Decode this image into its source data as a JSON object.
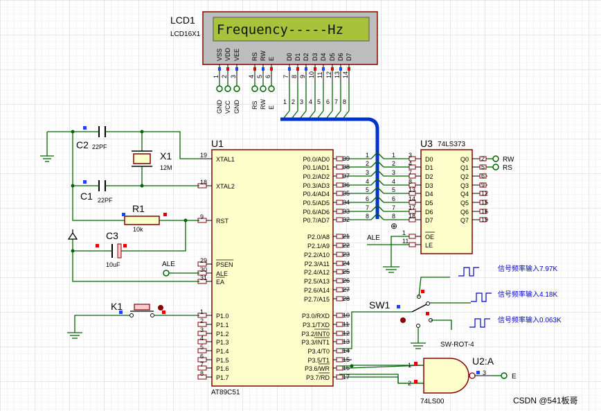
{
  "lcd": {
    "ref": "LCD1",
    "part": "LCD16X1",
    "display_text": "Frequency-----Hz",
    "pin_names": [
      "VSS",
      "VDD",
      "VEE",
      "RS",
      "RW",
      "E",
      "D0",
      "D1",
      "D2",
      "D3",
      "D4",
      "D5",
      "D6",
      "D7"
    ],
    "pin_numbers": [
      "1",
      "2",
      "3",
      "4",
      "5",
      "6",
      "7",
      "8",
      "9",
      "10",
      "11",
      "12",
      "13",
      "14"
    ],
    "power_labels": [
      "GND",
      "VCC",
      "GND"
    ],
    "ctrl_labels": [
      "RS",
      "RW",
      "E"
    ],
    "bus_numbers": [
      "1",
      "2",
      "3",
      "4",
      "5",
      "6",
      "7",
      "8"
    ]
  },
  "mcu": {
    "ref": "U1",
    "part": "AT89C51",
    "left_pins": [
      {
        "name": "XTAL1",
        "num": "19"
      },
      {
        "name": "XTAL2",
        "num": "18"
      },
      {
        "name": "RST",
        "num": "9"
      },
      {
        "name": "PSEN",
        "num": "29"
      },
      {
        "name": "ALE",
        "num": "30"
      },
      {
        "name": "EA",
        "num": "31"
      },
      {
        "name": "P1.0",
        "num": "1"
      },
      {
        "name": "P1.1",
        "num": "2"
      },
      {
        "name": "P1.2",
        "num": "3"
      },
      {
        "name": "P1.3",
        "num": "4"
      },
      {
        "name": "P1.4",
        "num": "5"
      },
      {
        "name": "P1.5",
        "num": "6"
      },
      {
        "name": "P1.6",
        "num": "7"
      },
      {
        "name": "P1.7",
        "num": "8"
      }
    ],
    "right_pins": [
      {
        "name": "P0.0/AD0",
        "num": "39"
      },
      {
        "name": "P0.1/AD1",
        "num": "38"
      },
      {
        "name": "P0.2/AD2",
        "num": "37"
      },
      {
        "name": "P0.3/AD3",
        "num": "36"
      },
      {
        "name": "P0.4/AD4",
        "num": "35"
      },
      {
        "name": "P0.5/AD5",
        "num": "34"
      },
      {
        "name": "P0.6/AD6",
        "num": "33"
      },
      {
        "name": "P0.7/AD7",
        "num": "32"
      },
      {
        "name": "P2.0/A8",
        "num": "21"
      },
      {
        "name": "P2.1/A9",
        "num": "22"
      },
      {
        "name": "P2.2/A10",
        "num": "23"
      },
      {
        "name": "P2.3/A11",
        "num": "24"
      },
      {
        "name": "P2.4/A12",
        "num": "25"
      },
      {
        "name": "P2.5/A13",
        "num": "26"
      },
      {
        "name": "P2.6/A14",
        "num": "27"
      },
      {
        "name": "P2.7/A15",
        "num": "28"
      },
      {
        "name": "P3.0/RXD",
        "num": "10"
      },
      {
        "name": "P3.1/TXD",
        "num": "11"
      },
      {
        "name": "P3.2/INT0",
        "num": "12"
      },
      {
        "name": "P3.3/INT1",
        "num": "13"
      },
      {
        "name": "P3.4/T0",
        "num": "14"
      },
      {
        "name": "P3.5/T1",
        "num": "15"
      },
      {
        "name": "P3.6/WR",
        "num": "16"
      },
      {
        "name": "P3.7/RD",
        "num": "17"
      }
    ],
    "bus_numbers": [
      "1",
      "2",
      "3",
      "4",
      "5",
      "6",
      "7",
      "8"
    ]
  },
  "latch": {
    "ref": "U3",
    "part": "74LS373",
    "d_pins": [
      {
        "name": "D0",
        "num": "3"
      },
      {
        "name": "D1",
        "num": "4"
      },
      {
        "name": "D2",
        "num": "7"
      },
      {
        "name": "D3",
        "num": "8"
      },
      {
        "name": "D4",
        "num": "13"
      },
      {
        "name": "D5",
        "num": "14"
      },
      {
        "name": "D6",
        "num": "17"
      },
      {
        "name": "D7",
        "num": "18"
      }
    ],
    "q_pins": [
      {
        "name": "Q0",
        "num": "2"
      },
      {
        "name": "Q1",
        "num": "5"
      },
      {
        "name": "Q2",
        "num": "6"
      },
      {
        "name": "Q3",
        "num": "9"
      },
      {
        "name": "Q4",
        "num": "12"
      },
      {
        "name": "Q5",
        "num": "15"
      },
      {
        "name": "Q6",
        "num": "16"
      },
      {
        "name": "Q7",
        "num": "19"
      }
    ],
    "oe": {
      "name": "OE",
      "num": "1"
    },
    "le": {
      "name": "LE",
      "num": "11"
    },
    "bus_numbers_in": [
      "1",
      "2",
      "3",
      "4",
      "5",
      "6",
      "7",
      "8"
    ],
    "out_labels": [
      "RW",
      "RS"
    ],
    "ale_label": "ALE"
  },
  "crystal": {
    "ref": "X1",
    "value": "12M"
  },
  "caps": [
    {
      "ref": "C2",
      "value": "22PF"
    },
    {
      "ref": "C1",
      "value": "22PF"
    },
    {
      "ref": "C3",
      "value": "10uF"
    }
  ],
  "resistor": {
    "ref": "R1",
    "value": "10k"
  },
  "button": {
    "ref": "K1"
  },
  "ale_label": "ALE",
  "switch": {
    "ref": "SW1",
    "part": "SW-ROT-4"
  },
  "signals": [
    "信号频率输入7.97K",
    "信号频率输入4.18K",
    "信号频率输入0.063K"
  ],
  "nand": {
    "ref": "U2:A",
    "part": "74LS00",
    "in_pins": [
      "1",
      "2"
    ],
    "out_pin": "3",
    "out_label": "E"
  },
  "watermark": "CSDN @541板哥",
  "colors": {
    "wire": "#006400",
    "component": "#800000",
    "bus": "#0033cc",
    "lcd_screen": "#a8c23c",
    "lcd_frame": "#b8b8b8"
  }
}
